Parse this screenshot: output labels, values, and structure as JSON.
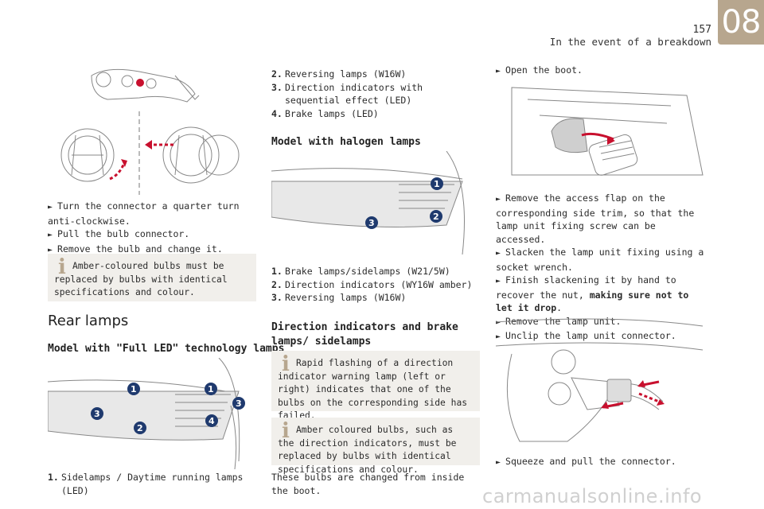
{
  "header": {
    "page_number": "157",
    "section": "In the event of a breakdown",
    "chapter": "08"
  },
  "col1": {
    "steps": [
      "Turn the connector a quarter turn anti-clockwise.",
      "Pull the bulb connector.",
      "Remove the bulb and change it."
    ],
    "note": "Amber-coloured bulbs must be replaced by bulbs with identical specifications and colour.",
    "rear_title": "Rear lamps",
    "full_led_title": "Model with \"Full LED\" technology lamps",
    "full_led_badges": [
      "1",
      "1",
      "3",
      "3",
      "2",
      "4"
    ],
    "item1_num": "1.",
    "item1": "Sidelamps / Daytime running lamps (LED)"
  },
  "col2": {
    "items": [
      {
        "num": "2.",
        "text": "Reversing lamps (W16W)"
      },
      {
        "num": "3.",
        "text": "Direction indicators with sequential effect (LED)"
      },
      {
        "num": "4.",
        "text": "Brake lamps (LED)"
      }
    ],
    "halogen_title": "Model with halogen lamps",
    "halogen_badges": [
      "1",
      "2",
      "3"
    ],
    "halogen_items": [
      {
        "num": "1.",
        "text": "Brake lamps/sidelamps (W21/5W)"
      },
      {
        "num": "2.",
        "text": "Direction indicators (WY16W amber)"
      },
      {
        "num": "3.",
        "text": "Reversing lamps (W16W)"
      }
    ],
    "dir_title": "Direction indicators and brake lamps/ sidelamps",
    "note1": "Rapid flashing of a direction indicator warning lamp (left or right) indicates that one of the bulbs on the corresponding side has failed.",
    "note2": "Amber coloured bulbs, such as the direction indicators, must be replaced by bulbs with identical specifications and colour.",
    "footer": "These bulbs are changed from inside the boot."
  },
  "col3": {
    "step_open": "Open the boot.",
    "step_flap": "Remove the access flap on the corresponding side trim, so that the lamp unit fixing screw can be accessed.",
    "step_slacken": "Slacken the lamp unit fixing using a socket wrench.",
    "step_finish": "Finish slackening it by hand to recover the nut,",
    "step_finish_bold": "making sure not to let it drop",
    "step_finish_end": ".",
    "step_remove": "Remove the lamp unit.",
    "step_unclip": "Unclip the lamp unit connector.",
    "step_squeeze": "Squeeze and pull the connector."
  },
  "watermark": "carmanualsonline.info",
  "colors": {
    "accent": "#b7a68e",
    "badge": "#1f3a6e",
    "arrow": "#c8102e"
  }
}
